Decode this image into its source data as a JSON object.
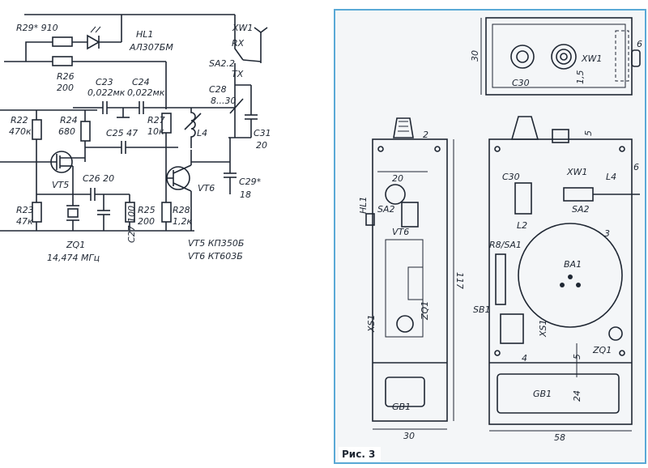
{
  "colors": {
    "ink": "#1f2733",
    "paper": "#ffffff",
    "panel_bg": "#f4f6f8",
    "panel_border": "#5aa9d6"
  },
  "schematic": {
    "r29": "R29* 910",
    "hl1": "HL1",
    "hl1_type": "АЛ307БМ",
    "xw1": "XW1",
    "rx": "RX",
    "sa22": "SA2.2",
    "tx": "TX",
    "r26": "R26",
    "r26_val": "200",
    "c23": "C23",
    "c23_val": "0,022мк",
    "c24": "C24",
    "c24_val": "0,022мк",
    "c28": "C28",
    "c28_val": "8...30",
    "r22": "R22",
    "r22_val": "470к",
    "r24": "R24",
    "r24_val": "680",
    "c25": "C25 47",
    "r27": "R27",
    "r27_val": "10к",
    "l4": "L4",
    "c31": "C31",
    "c31_val": "20",
    "c26": "C26 20",
    "vt5": "VT5",
    "vt6": "VT6",
    "c29": "C29*",
    "c29_val": "18",
    "r23": "R23",
    "r23_val": "47к",
    "r25": "R25",
    "r25_val": "200",
    "r28": "R28",
    "r28_val": "1,2к",
    "c27": "C27 100",
    "zq1": "ZQ1",
    "zq1_val": "14,474 МГц",
    "vt5_type": "VT5  КП350Б",
    "vt6_type": "VT6  КТ603Б"
  },
  "drawing": {
    "top_dim": "30",
    "c30": "C30",
    "xw1": "XW1",
    "dim15": "1,5",
    "label6": "6",
    "label2": "2",
    "dim20": "20",
    "hl1": "HL1",
    "sa2": "SA2",
    "vt6": "VT6",
    "zq1": "ZQ1",
    "xs1": "XS1",
    "gb1": "GB1",
    "dim117": "117",
    "dim30": "30",
    "dim5": "5",
    "l4": "L4",
    "l2": "L2",
    "sa2_right": "SA2",
    "r8sa1": "R8/SA1",
    "label3": "3",
    "ba1": "BA1",
    "sb1": "SB1",
    "label4": "4",
    "dim24": "24",
    "dim58": "58"
  },
  "figure_caption": "Рис. 3"
}
